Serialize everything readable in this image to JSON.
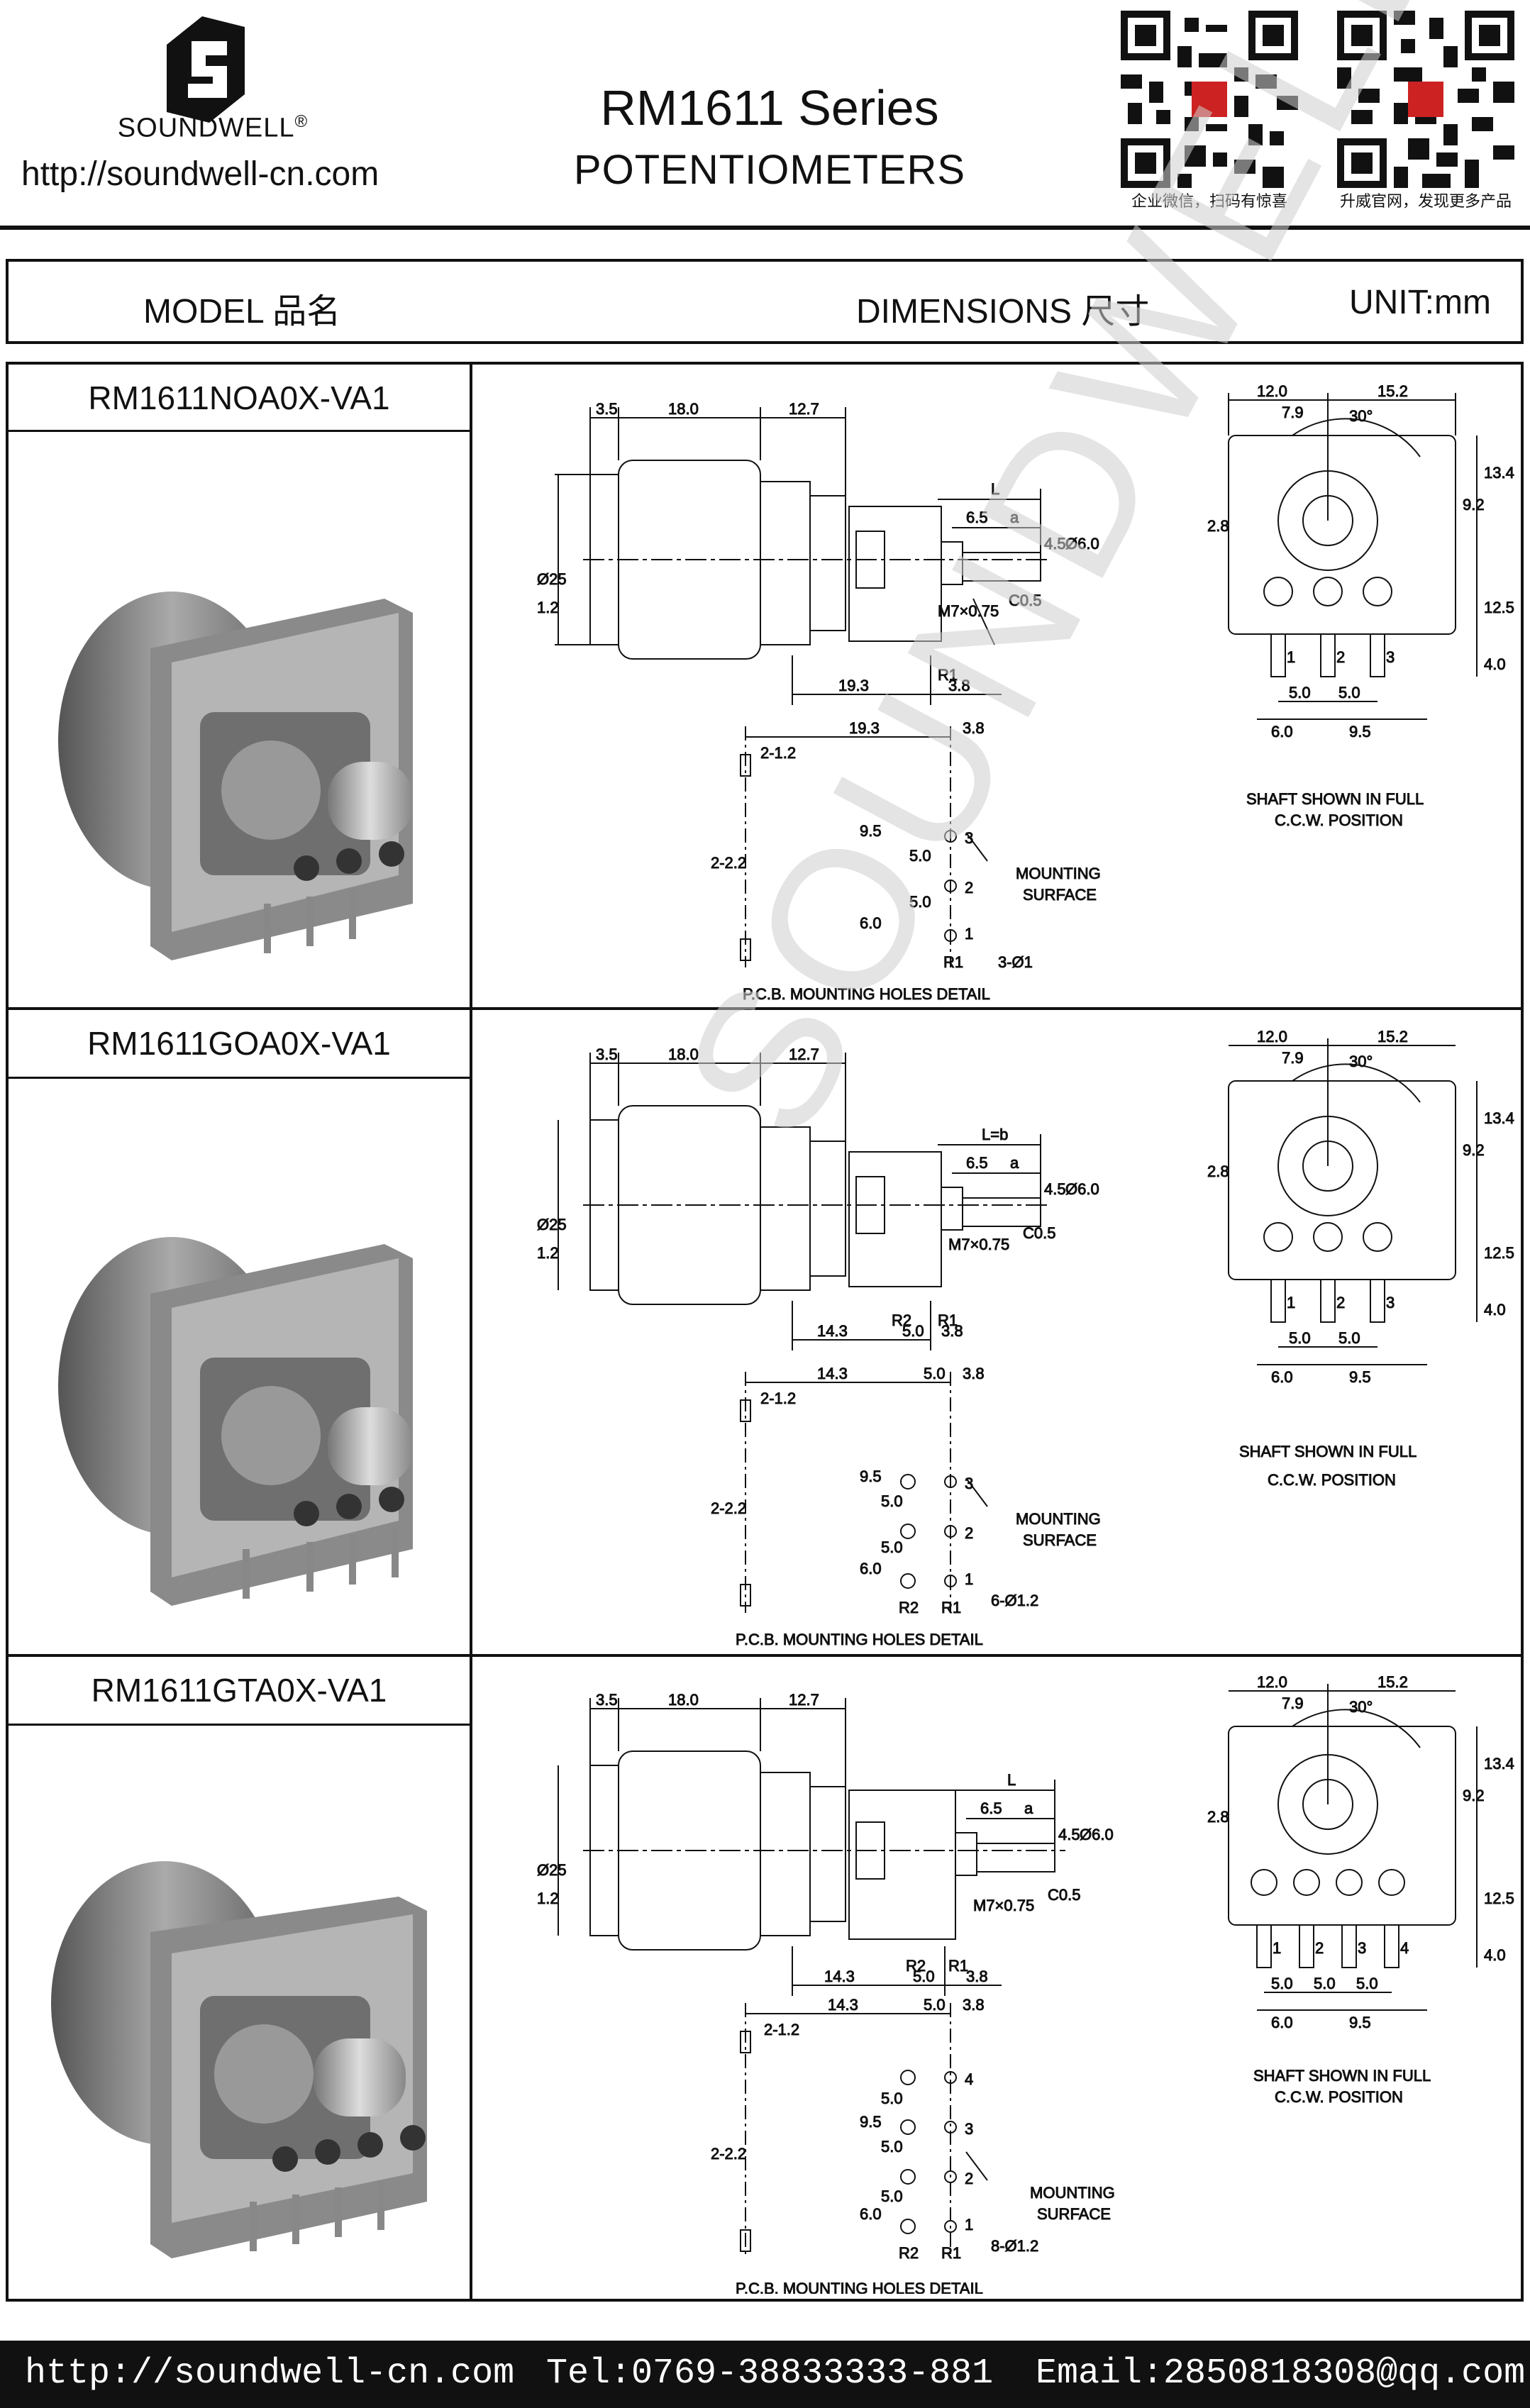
{
  "header": {
    "brand": "SOUNDWELL",
    "registered": "®",
    "url": "http://soundwell-cn.com",
    "title": "RM1611 Series",
    "subtitle": "POTENTIOMETERS",
    "qr_left_caption": "企业微信，扫码有惊喜",
    "qr_right_caption": "升威官网，发现更多产品"
  },
  "columns": {
    "model": "MODEL 品名",
    "dimensions": "DIMENSIONS 尺寸",
    "unit": "UNIT:mm"
  },
  "watermark": "SOUNDWELL",
  "rows": [
    {
      "model": "RM1611NOA0X-VA1",
      "dims": {
        "d1": "3.5",
        "d2": "18.0",
        "d3": "12.7",
        "L": "L",
        "d65": "6.5",
        "a": "a",
        "d45": "4.5",
        "d60": "Ø6.0",
        "d25": "Ø25",
        "d12": "1.2",
        "thread": "M7×0.75",
        "c05": "C0.5",
        "r1": "R1",
        "d193": "19.3",
        "d38": "3.8"
      },
      "side": {
        "w12": "12.0",
        "w152": "15.2",
        "w79": "7.9",
        "ang": "30°",
        "h134": "13.4",
        "h92": "9.2",
        "h28": "2.8",
        "h125": "12.5",
        "h40": "4.0",
        "p1": "1",
        "p2": "2",
        "p3": "3",
        "p50a": "5.0",
        "p50b": "5.0",
        "p60": "6.0",
        "p95": "9.5"
      },
      "pcb": {
        "t193": "19.3",
        "t38": "3.8",
        "t212": "2-1.2",
        "t222": "2-2.2",
        "t95": "9.5",
        "t50a": "5.0",
        "t50b": "5.0",
        "t60": "6.0",
        "n1": "1",
        "n2": "2",
        "n3": "3",
        "r1": "R1",
        "holes": "3-Ø1",
        "surface1": "MOUNTING",
        "surface2": "SURFACE",
        "caption": "P.C.B. MOUNTING HOLES DETAIL"
      },
      "note1": "SHAFT SHOWN IN FULL",
      "note2": "C.C.W. POSITION"
    },
    {
      "model": "RM1611GOA0X-VA1",
      "dims": {
        "d1": "3.5",
        "d2": "18.0",
        "d3": "12.7",
        "L": "L=b",
        "d65": "6.5",
        "a": "a",
        "d45": "4.5",
        "d60": "Ø6.0",
        "d25": "Ø25",
        "d12": "1.2",
        "thread": "M7×0.75",
        "c05": "C0.5",
        "r2": "R2",
        "r1": "R1",
        "d143": "14.3",
        "d50": "5.0",
        "d38": "3.8"
      },
      "side": {
        "w12": "12.0",
        "w152": "15.2",
        "w79": "7.9",
        "ang": "30°",
        "h134": "13.4",
        "h92": "9.2",
        "h28": "2.8",
        "h125": "12.5",
        "h40": "4.0",
        "p1": "1",
        "p2": "2",
        "p3": "3",
        "p50a": "5.0",
        "p50b": "5.0",
        "p60": "6.0",
        "p95": "9.5"
      },
      "pcb": {
        "t143": "14.3",
        "t50": "5.0",
        "t38": "3.8",
        "t212": "2-1.2",
        "t222": "2-2.2",
        "t95": "9.5",
        "t50a": "5.0",
        "t50b": "5.0",
        "t60": "6.0",
        "n1": "1",
        "n2": "2",
        "n3": "3",
        "r2": "R2",
        "r1": "R1",
        "holes": "6-Ø1.2",
        "surface1": "MOUNTING",
        "surface2": "SURFACE",
        "caption": "P.C.B. MOUNTING HOLES DETAIL"
      },
      "note1": "SHAFT SHOWN IN FULL",
      "note2": "C.C.W. POSITION"
    },
    {
      "model": "RM1611GTA0X-VA1",
      "dims": {
        "d1": "3.5",
        "d2": "18.0",
        "d3": "12.7",
        "L": "L",
        "d65": "6.5",
        "a": "a",
        "d45": "4.5",
        "d60": "Ø6.0",
        "d25": "Ø25",
        "d12": "1.2",
        "thread": "M7×0.75",
        "c05": "C0.5",
        "r2": "R2",
        "r1": "R1",
        "d143": "14.3",
        "d50": "5.0",
        "d38": "3.8"
      },
      "side": {
        "w12": "12.0",
        "w152": "15.2",
        "w79": "7.9",
        "ang": "30°",
        "h134": "13.4",
        "h92": "9.2",
        "h28": "2.8",
        "h125": "12.5",
        "h40": "4.0",
        "p1": "1",
        "p2": "2",
        "p3": "3",
        "p4": "4",
        "p50a": "5.0",
        "p50b": "5.0",
        "p50c": "5.0",
        "p60": "6.0",
        "p95": "9.5"
      },
      "pcb": {
        "t143": "14.3",
        "t50": "5.0",
        "t38": "3.8",
        "t212": "2-1.2",
        "t222": "2-2.2",
        "t95": "9.5",
        "t50a": "5.0",
        "t50b": "5.0",
        "t50c": "5.0",
        "t60": "6.0",
        "n1": "1",
        "n2": "2",
        "n3": "3",
        "n4": "4",
        "r2": "R2",
        "r1": "R1",
        "holes": "8-Ø1.2",
        "surface1": "MOUNTING",
        "surface2": "SURFACE",
        "caption": "P.C.B. MOUNTING HOLES DETAIL"
      },
      "note1": "SHAFT SHOWN IN FULL",
      "note2": "C.C.W. POSITION"
    }
  ],
  "footer": {
    "url": "http://soundwell-cn.com",
    "tel": "Tel:0769-38833333-881",
    "email": "Email:2850818308@qq.com"
  }
}
